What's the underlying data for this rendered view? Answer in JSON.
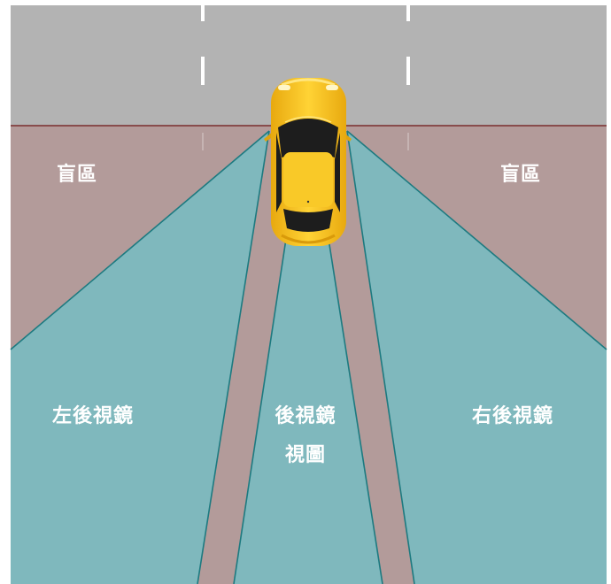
{
  "labels": {
    "blind_left": "盲區",
    "blind_right": "盲區",
    "left_mirror": "左後視鏡",
    "rear_mirror_line1": "後視鏡",
    "rear_mirror_line2": "視圖",
    "right_mirror": "右後視鏡"
  },
  "colors": {
    "road": "#b3b3b3",
    "blind_zone": "#b39b9a",
    "mirror_view": "#7fb8bd",
    "view_edge": "#1d7a80",
    "horizon_line": "#7a2e2e",
    "lane_marking": "#ffffff",
    "car_body": "#f7c21d",
    "car_glass": "#1d1d1d",
    "label_text": "#ffffff"
  },
  "icons": [
    "car-icon"
  ]
}
